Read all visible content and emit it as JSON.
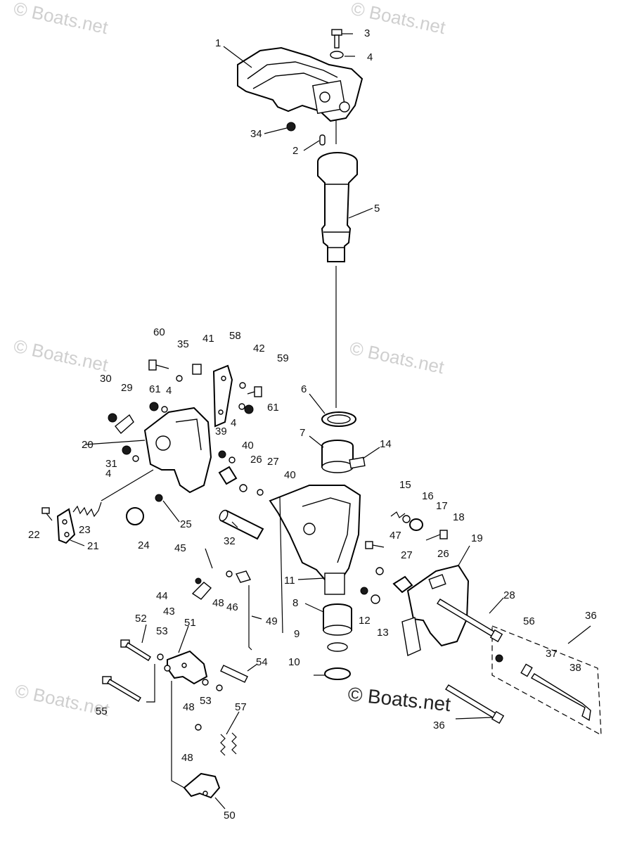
{
  "watermarks": [
    "© Boats.net",
    "© Boats.net",
    "© Boats.net",
    "© Boats.net",
    "© Boats.net",
    "© Boats.net"
  ],
  "callouts": [
    "1",
    "2",
    "3",
    "4",
    "5",
    "6",
    "7",
    "8",
    "9",
    "10",
    "11",
    "12",
    "13",
    "14",
    "15",
    "16",
    "17",
    "18",
    "19",
    "20",
    "21",
    "22",
    "23",
    "24",
    "25",
    "26",
    "27",
    "28",
    "29",
    "30",
    "31",
    "32",
    "34",
    "35",
    "36",
    "37",
    "38",
    "39",
    "40",
    "41",
    "42",
    "43",
    "44",
    "45",
    "46",
    "47",
    "48",
    "49",
    "50",
    "51",
    "52",
    "53",
    "54",
    "55",
    "56",
    "57",
    "58",
    "59",
    "60",
    "61",
    "4",
    "4",
    "4",
    "4",
    "40",
    "27",
    "26",
    "48",
    "48",
    "53",
    "61",
    "36"
  ]
}
